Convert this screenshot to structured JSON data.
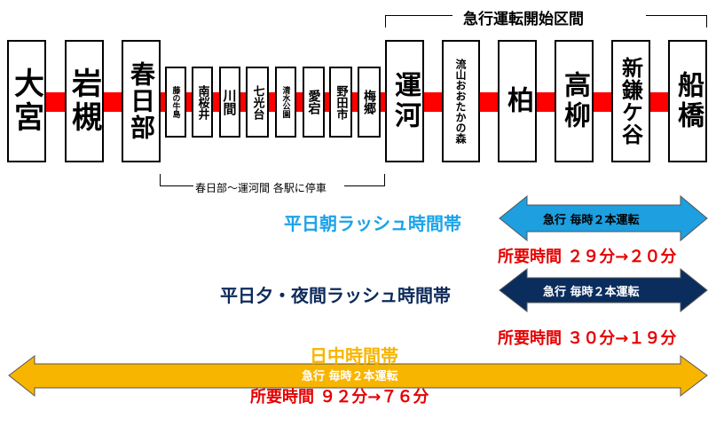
{
  "stations": [
    {
      "name": "大宮"
    },
    {
      "name": "岩槻"
    },
    {
      "name": "春日部"
    },
    {
      "name": "藤の牛島"
    },
    {
      "name": "南桜井"
    },
    {
      "name": "川間"
    },
    {
      "name": "七光台"
    },
    {
      "name": "清水公園"
    },
    {
      "name": "愛宕"
    },
    {
      "name": "野田市"
    },
    {
      "name": "梅郷"
    },
    {
      "name": "運河"
    },
    {
      "name": "流山おおたかの森"
    },
    {
      "name": "柏"
    },
    {
      "name": "高柳"
    },
    {
      "name": "新鎌ケ谷"
    },
    {
      "name": "船橋"
    }
  ],
  "top_bracket_label": "急行運転開始区間",
  "bottom_bracket_label": "春日部～運河間 各駅に停車",
  "rush_morning": {
    "label": "平日朝ラッシュ時間帯",
    "arrow_text": "急行 毎時２本運転",
    "time": "所要時間 ２９分→２０分",
    "arrow_color": "#1d9fe0",
    "label_color": "#1aa3e8"
  },
  "rush_evening": {
    "label": "平日夕・夜間ラッシュ時間帯",
    "arrow_text": "急行 毎時２本運転",
    "time": "所要時間 ３０分→１９分",
    "arrow_color": "#0a2d5e",
    "label_color": "#0d2a5a"
  },
  "daytime": {
    "label": "日中時間帯",
    "arrow_text": "急行 毎時２本運転",
    "time": "所要時間 ９２分→７６分",
    "arrow_color": "#f7b500",
    "label_color": "#f7b500"
  },
  "colors": {
    "line": "#ff0000",
    "time_text": "#e60000"
  }
}
